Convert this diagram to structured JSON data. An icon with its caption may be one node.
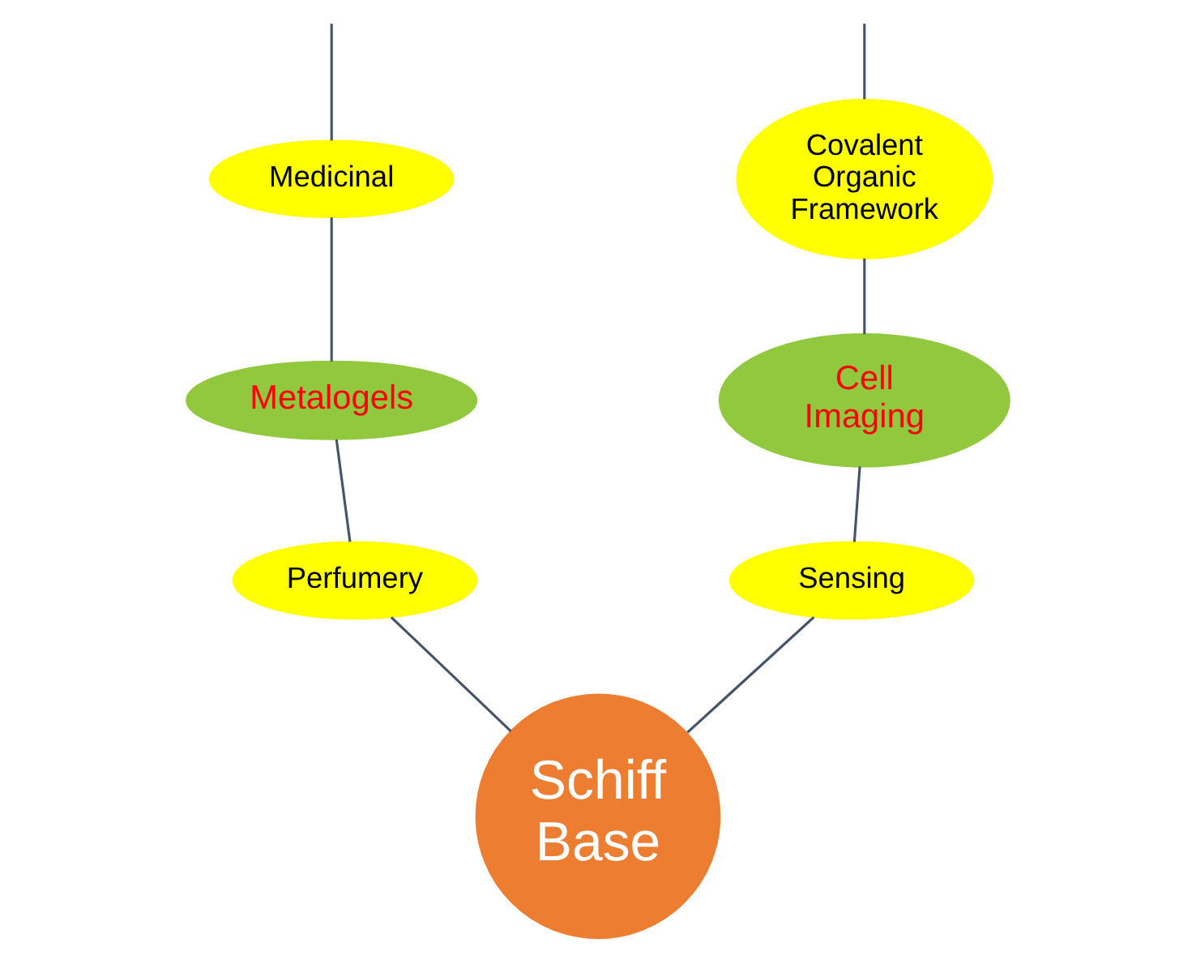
{
  "diagram": {
    "nodes": [
      {
        "text": [
          "Medicinal"
        ]
      },
      {
        "text": [
          "Covalent Organic Framework"
        ]
      },
      {
        "text": [
          "Metalogels"
        ]
      },
      {
        "text": [
          "Cell Imaging"
        ]
      },
      {
        "text": [
          "Perfumery"
        ]
      },
      {
        "text": [
          "Sensing"
        ]
      },
      {
        "text": [
          "Schiff Base"
        ]
      }
    ],
    "edges": [
      {
        "from": 6,
        "to": 4,
        "arrow": "none"
      },
      {
        "from": 4,
        "to": 2,
        "arrow": "none"
      },
      {
        "from": 2,
        "to": 0,
        "arrow": "none"
      },
      {
        "from": 0,
        "to": null,
        "arrow": "none"
      },
      {
        "from": 6,
        "to": 5,
        "arrow": "none"
      },
      {
        "from": 5,
        "to": 3,
        "arrow": "none"
      },
      {
        "from": 3,
        "to": 1,
        "arrow": "none"
      },
      {
        "from": 1,
        "to": null,
        "arrow": "none"
      }
    ]
  }
}
